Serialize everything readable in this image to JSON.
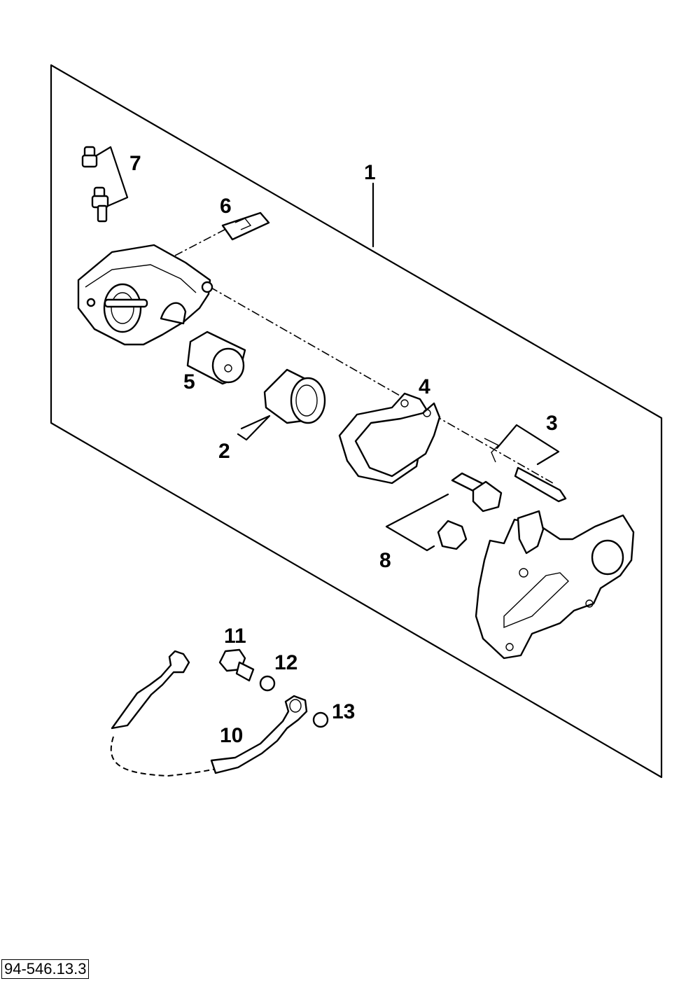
{
  "callouts": {
    "c1": "1",
    "c2": "2",
    "c3": "3",
    "c4": "4",
    "c5": "5",
    "c6": "6",
    "c7": "7",
    "c8": "8",
    "c10": "10",
    "c11": "11",
    "c12": "12",
    "c13": "13"
  },
  "reference_code": "94-546.13.3"
}
